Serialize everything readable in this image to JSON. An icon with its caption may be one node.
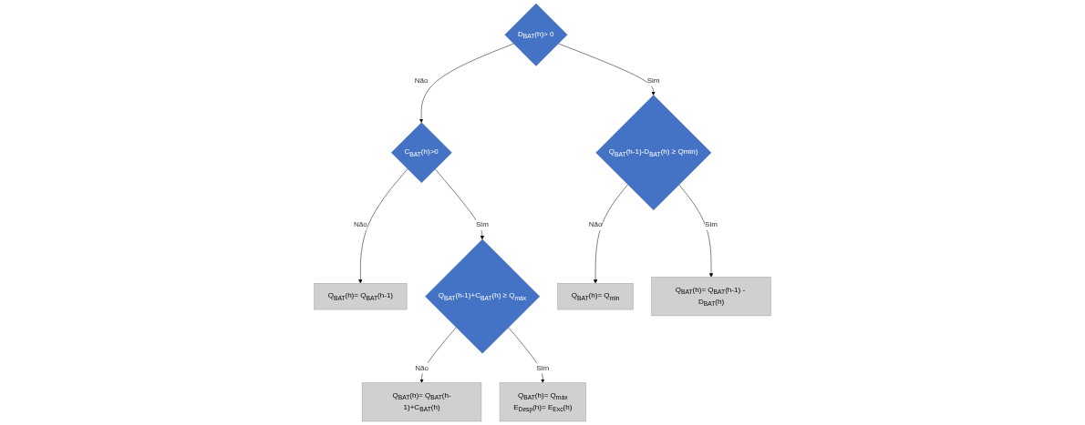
{
  "diagram": {
    "nodes": [
      {
        "text": [
          "D$_{BAT}$(h)> 0"
        ]
      },
      {
        "text": [
          "C$_{BAT}$(h)>0"
        ]
      },
      {
        "text": [
          "Q$_{BAT}$(h-1)-D$_{BAT}$(h) ≥ Qmin)"
        ]
      },
      {
        "text": [
          "Q$_{BAT}$(h)= Q$_{BAT}$(h-1)"
        ]
      },
      {
        "text": [
          "Q$_{BAT}$(h-1)+C$_{BAT}$(h) ≥ Q$_{máx}$"
        ]
      },
      {
        "text": [
          "Q$_{BAT}$(h)= Q$_{min}$"
        ]
      },
      {
        "text": [
          "Q$_{BAT}$(h)= Q$_{BAT}$(h-1) - D$_{BAT}$(h)"
        ]
      },
      {
        "text": [
          "Q$_{BAT}$(h)= Q$_{BAT}$(h-1)+C$_{BAT}$(h)"
        ]
      },
      {
        "text": [
          "Q$_{BAT}$(h)= Q$_{máx}$",
          "E$_{Desp}$(h)= E$_{Exc}$(h)"
        ]
      }
    ],
    "edges": [
      {
        "from": 0,
        "to": 1,
        "arrow": "to",
        "label": "Não"
      },
      {
        "from": 0,
        "to": 2,
        "arrow": "to",
        "label": "Sim"
      },
      {
        "from": 1,
        "to": 3,
        "arrow": "to",
        "label": "Não"
      },
      {
        "from": 1,
        "to": 4,
        "arrow": "to",
        "label": "Sim"
      },
      {
        "from": 2,
        "to": 5,
        "arrow": "to",
        "label": "Não"
      },
      {
        "from": 2,
        "to": 6,
        "arrow": "to",
        "label": "Sim"
      },
      {
        "from": 4,
        "to": 7,
        "arrow": "to",
        "label": "Não"
      },
      {
        "from": 4,
        "to": 8,
        "arrow": "to",
        "label": "Sim"
      }
    ]
  }
}
